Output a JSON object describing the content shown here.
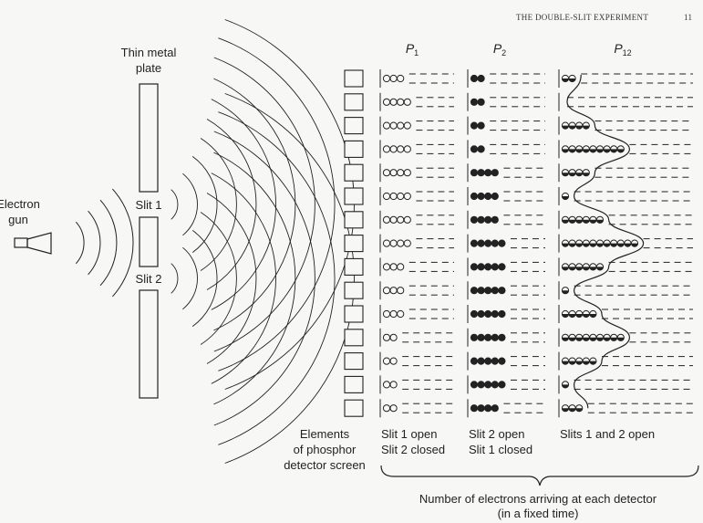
{
  "running_header": "THE DOUBLE-SLIT EXPERIMENT",
  "page_number": "11",
  "labels": {
    "electron_gun": [
      "Electron",
      "gun"
    ],
    "plate": [
      "Thin metal",
      "plate"
    ],
    "slit1": "Slit 1",
    "slit2": "Slit 2",
    "screen": [
      "Elements",
      "of phosphor",
      "detector screen"
    ],
    "footer": [
      "Number of electrons arriving at each detector",
      "(in a fixed time)"
    ]
  },
  "columns": [
    {
      "key": "p1",
      "symbol": "P",
      "subscript": "1",
      "caption": [
        "Slit 1 open",
        "Slit 2 closed"
      ],
      "marker": "open"
    },
    {
      "key": "p2",
      "symbol": "P",
      "subscript": "2",
      "caption": [
        "Slit 2 open",
        "Slit 1 closed"
      ],
      "marker": "filled"
    },
    {
      "key": "p12",
      "symbol": "P",
      "subscript": "12",
      "caption": [
        "Slits 1 and 2 open"
      ],
      "marker": "half"
    }
  ],
  "counts": {
    "p1": [
      3,
      4,
      4,
      4,
      4,
      4,
      4,
      4,
      3,
      3,
      3,
      2,
      2,
      2,
      2
    ],
    "p2": [
      2,
      2,
      2,
      2,
      4,
      4,
      4,
      5,
      5,
      5,
      5,
      5,
      5,
      5,
      4
    ],
    "p12": [
      2,
      0,
      4,
      9,
      4,
      1,
      6,
      11,
      6,
      1,
      5,
      9,
      5,
      1,
      3
    ]
  },
  "colors": {
    "ink": "#222222",
    "paper": "#f7f7f5"
  }
}
